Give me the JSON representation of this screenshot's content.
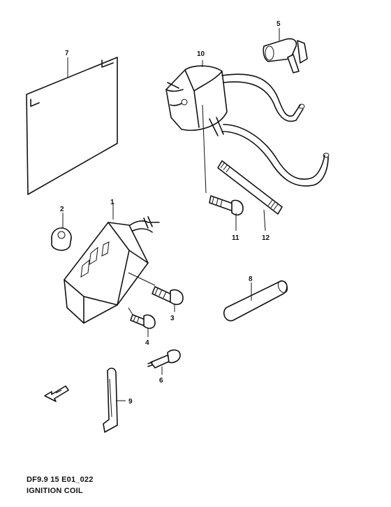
{
  "diagram": {
    "code": "DF9.9 15 E01_022",
    "title": "IGNITION COIL",
    "callouts": {
      "c1": "1",
      "c2": "2",
      "c3": "3",
      "c4": "4",
      "c5": "5",
      "c6": "6",
      "c7": "7",
      "c8": "8",
      "c9": "9",
      "c10": "10",
      "c11": "11",
      "c12": "12"
    },
    "icons": {
      "direction": "front-direction-arrow-icon"
    }
  }
}
